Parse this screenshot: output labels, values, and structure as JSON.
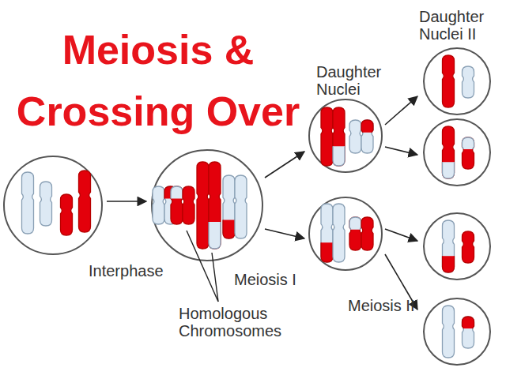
{
  "diagram": {
    "title": "Meiosis & Crossing Over",
    "labels": [
      "Interphase",
      "Meiosis I",
      "Homologous Chromosomes",
      "Daughter Nuclei",
      "Daughter Nuclei II",
      "Meiosis II"
    ]
  }
}
